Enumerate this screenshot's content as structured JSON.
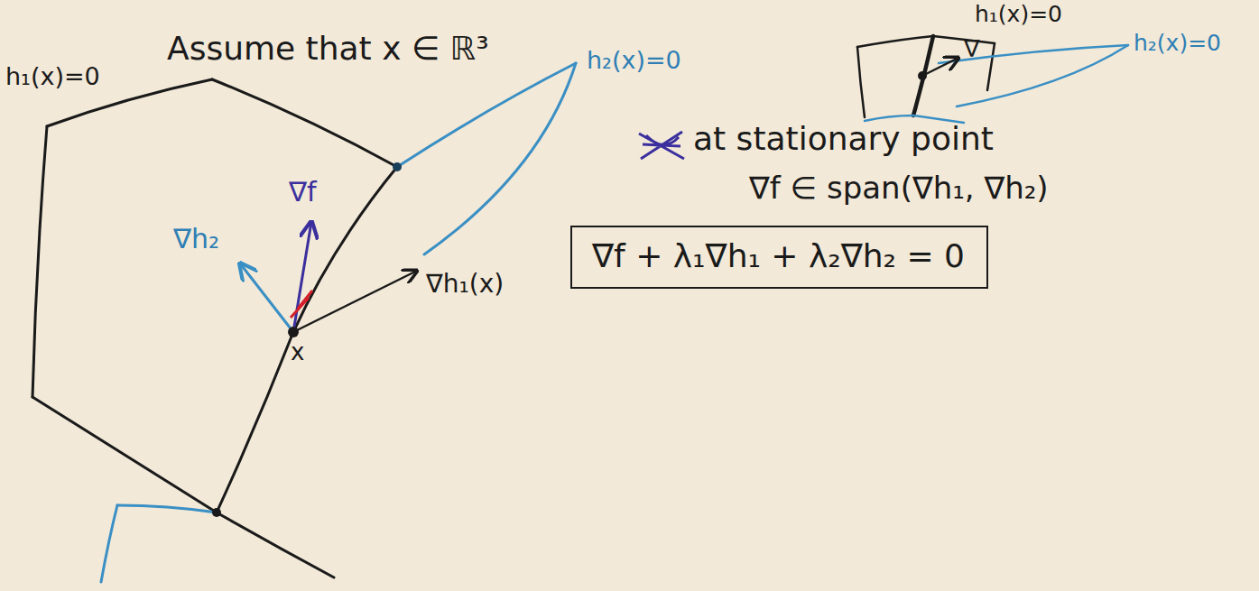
{
  "diagram": {
    "nodes": [
      {
        "text": [
          "∇f + λ₁∇h₁ + λ₂∇h₂ = 0"
        ]
      }
    ],
    "labels": [
      "Assume that x ∈ ℝ³",
      "h₁(x)=0",
      "h₂(x)=0",
      "∇f",
      "∇h₂",
      "∇h₁(x)",
      "x",
      "h₁(x)=0",
      "h₂(x)=0",
      "∇",
      "at stationary point",
      "∇f ∈ span(∇h₁, ∇h₂)"
    ]
  }
}
